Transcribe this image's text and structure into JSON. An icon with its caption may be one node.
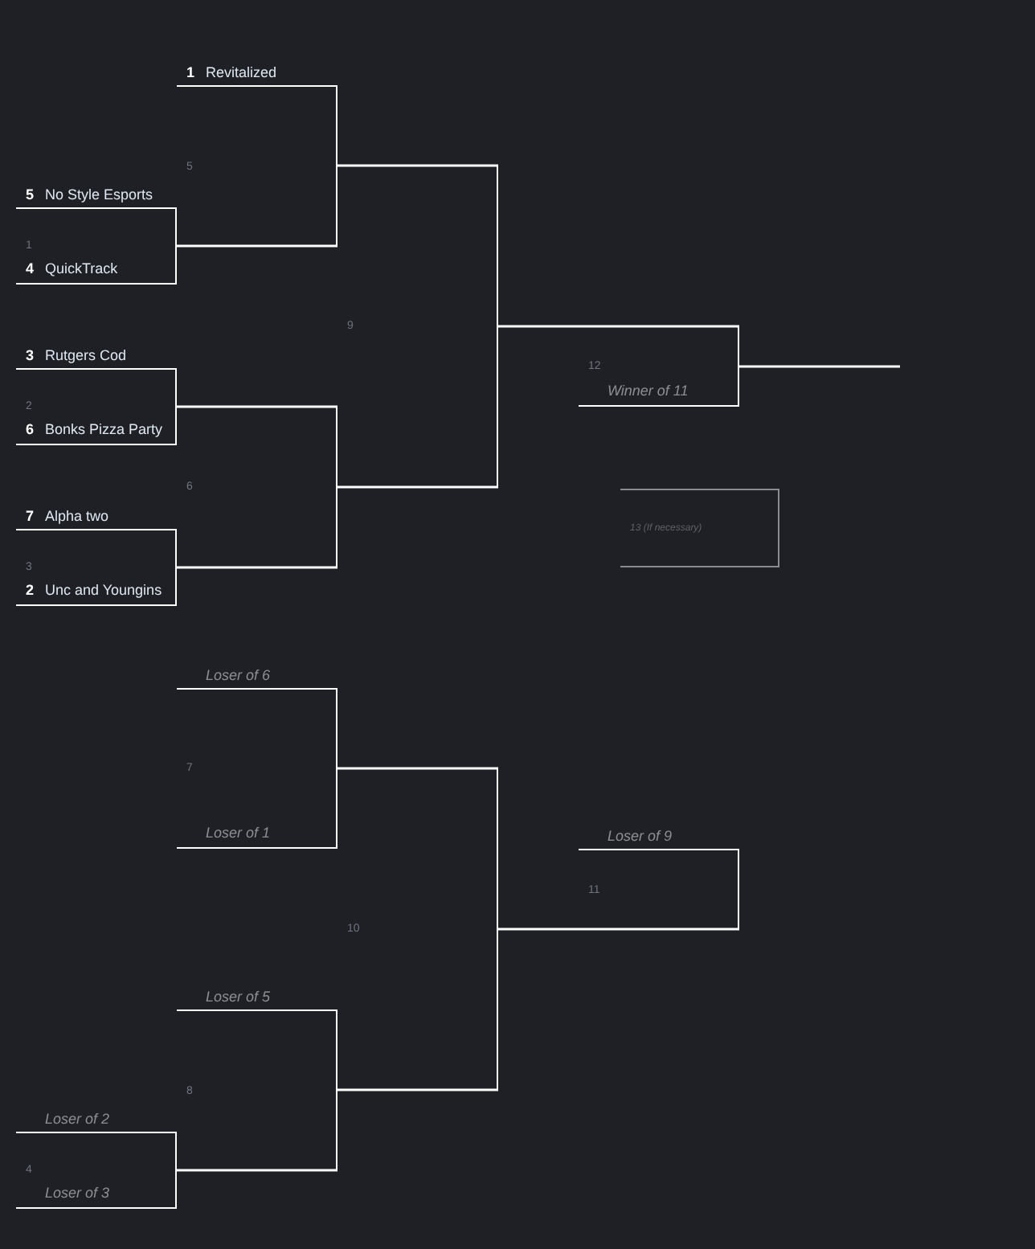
{
  "diagram": {
    "nodes": [
      {
        "text": [
          "5",
          "No Style Esports",
          "1",
          "4",
          "QuickTrack"
        ]
      },
      {
        "text": [
          "3",
          "Rutgers Cod",
          "2",
          "6",
          "Bonks Pizza Party"
        ]
      },
      {
        "text": [
          "7",
          "Alpha two",
          "3",
          "2",
          "Unc and Youngins"
        ]
      },
      {
        "text": [
          "Loser of 2",
          "4",
          "Loser of 3"
        ]
      },
      {
        "text": [
          "1",
          "Revitalized",
          "5"
        ]
      },
      {
        "text": [
          "6"
        ]
      },
      {
        "text": [
          "Loser of 6",
          "7",
          "Loser of 1"
        ]
      },
      {
        "text": [
          "Loser of 5",
          "8"
        ]
      },
      {
        "text": [
          "9"
        ]
      },
      {
        "text": [
          "10"
        ]
      },
      {
        "text": [
          "Loser of 9",
          "11"
        ]
      },
      {
        "text": [
          "12",
          "Winner of 11"
        ]
      },
      {
        "text": [
          "13 (If necessary)"
        ]
      }
    ],
    "edges": [
      {
        "from": 0,
        "to": 4,
        "arrow": "none"
      },
      {
        "from": 1,
        "to": 5,
        "arrow": "none"
      },
      {
        "from": 2,
        "to": 5,
        "arrow": "none"
      },
      {
        "from": 3,
        "to": 7,
        "arrow": "none"
      },
      {
        "from": 4,
        "to": 8,
        "arrow": "none"
      },
      {
        "from": 5,
        "to": 8,
        "arrow": "none"
      },
      {
        "from": 6,
        "to": 9,
        "arrow": "none"
      },
      {
        "from": 7,
        "to": 9,
        "arrow": "none"
      },
      {
        "from": 8,
        "to": 11,
        "arrow": "none"
      },
      {
        "from": 9,
        "to": 10,
        "arrow": "none"
      },
      {
        "from": 11,
        "to": null,
        "arrow": "none"
      }
    ]
  }
}
